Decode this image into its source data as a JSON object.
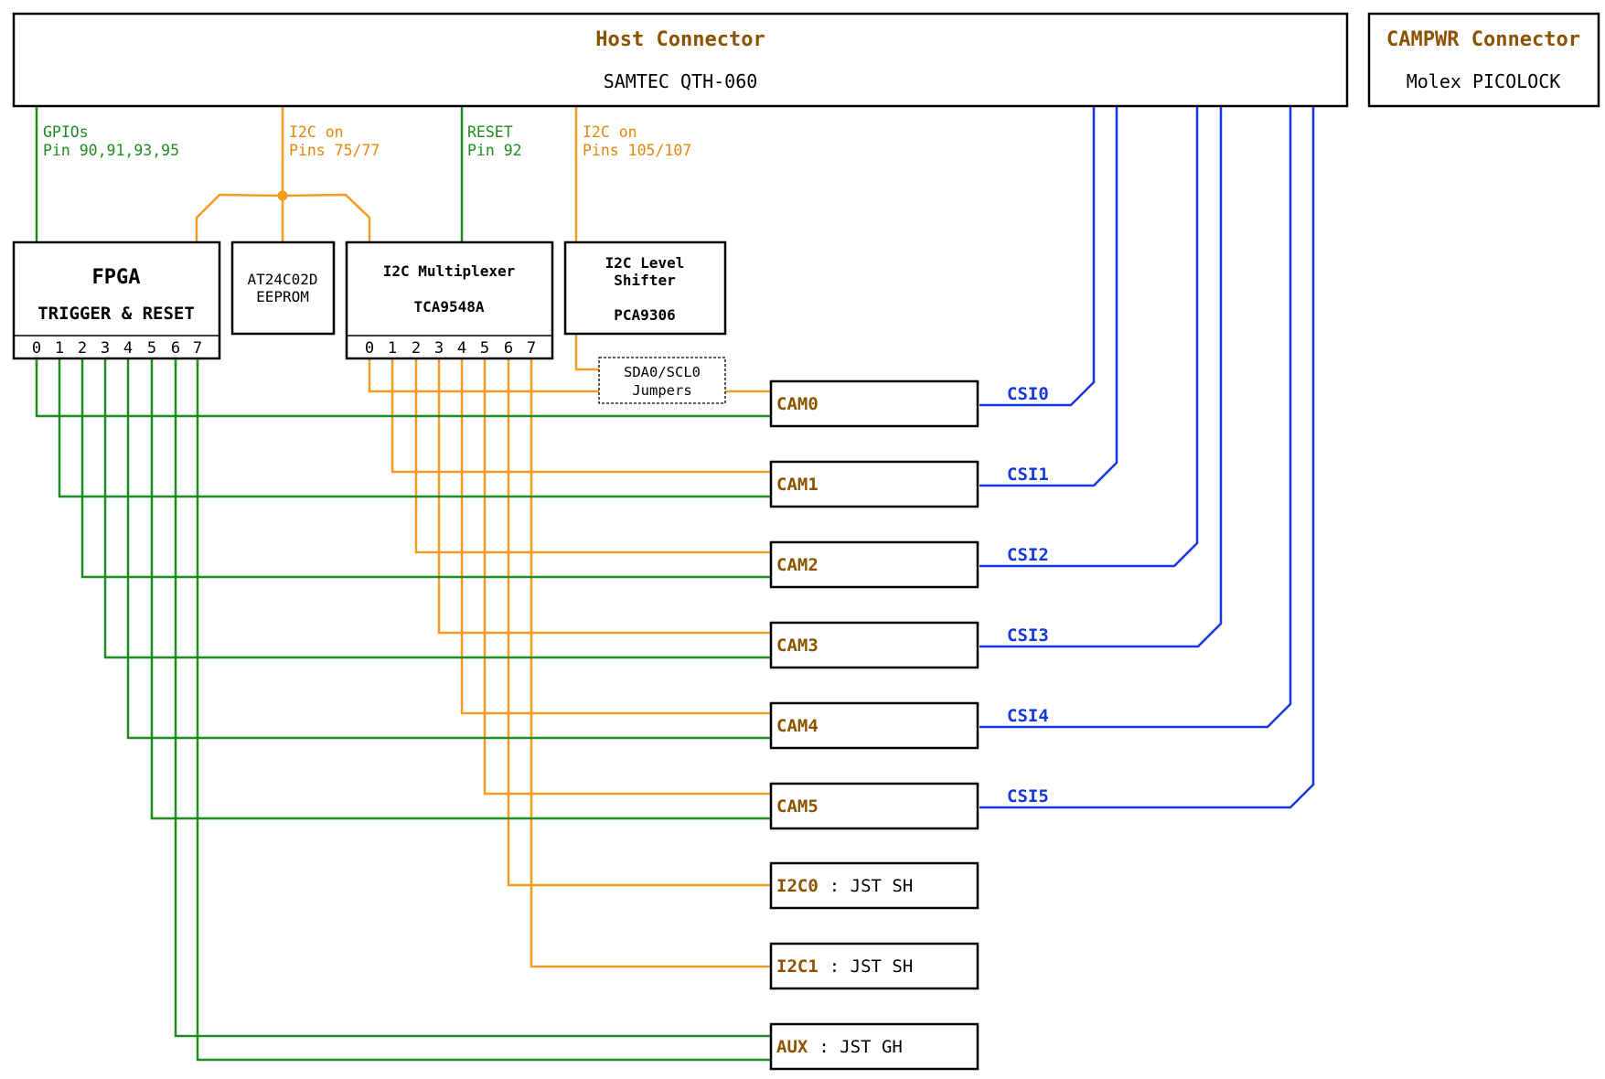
{
  "host": {
    "title": "Host Connector",
    "part": "SAMTEC QTH-060"
  },
  "campwr": {
    "title": "CAMPWR Connector",
    "part": "Molex PICOLOCK"
  },
  "labels": {
    "gpio_1": "GPIOs",
    "gpio_2": "Pin 90,91,93,95",
    "i2c_a_1": "I2C on",
    "i2c_a_2": "Pins 75/77",
    "reset_1": "RESET",
    "reset_2": "Pin 92",
    "i2c_b_1": "I2C on",
    "i2c_b_2": "Pins 105/107"
  },
  "fpga": {
    "title": "FPGA",
    "subtitle": "TRIGGER & RESET"
  },
  "eeprom": {
    "line1": "AT24C02D",
    "line2": "EEPROM"
  },
  "mux": {
    "title": "I2C Multiplexer",
    "part": "TCA9548A"
  },
  "shifter": {
    "line1": "I2C Level",
    "line2": "Shifter",
    "part": "PCA9306"
  },
  "jumpers": {
    "line1": "SDA0/SCL0",
    "line2": "Jumpers"
  },
  "pins": [
    "0",
    "1",
    "2",
    "3",
    "4",
    "5",
    "6",
    "7"
  ],
  "cams": [
    {
      "label": "CAM0",
      "csi": "CSI0"
    },
    {
      "label": "CAM1",
      "csi": "CSI1"
    },
    {
      "label": "CAM2",
      "csi": "CSI2"
    },
    {
      "label": "CAM3",
      "csi": "CSI3"
    },
    {
      "label": "CAM4",
      "csi": "CSI4"
    },
    {
      "label": "CAM5",
      "csi": "CSI5"
    }
  ],
  "ports": [
    {
      "label": "I2C0",
      "suffix": ": JST SH"
    },
    {
      "label": "I2C1",
      "suffix": ": JST SH"
    },
    {
      "label": "AUX",
      "suffix": ": JST GH"
    }
  ],
  "colors": {
    "gpio": "#1e8c1e",
    "i2c": "#f39c1f",
    "csi": "#1538e0",
    "label": "#8c5200"
  }
}
